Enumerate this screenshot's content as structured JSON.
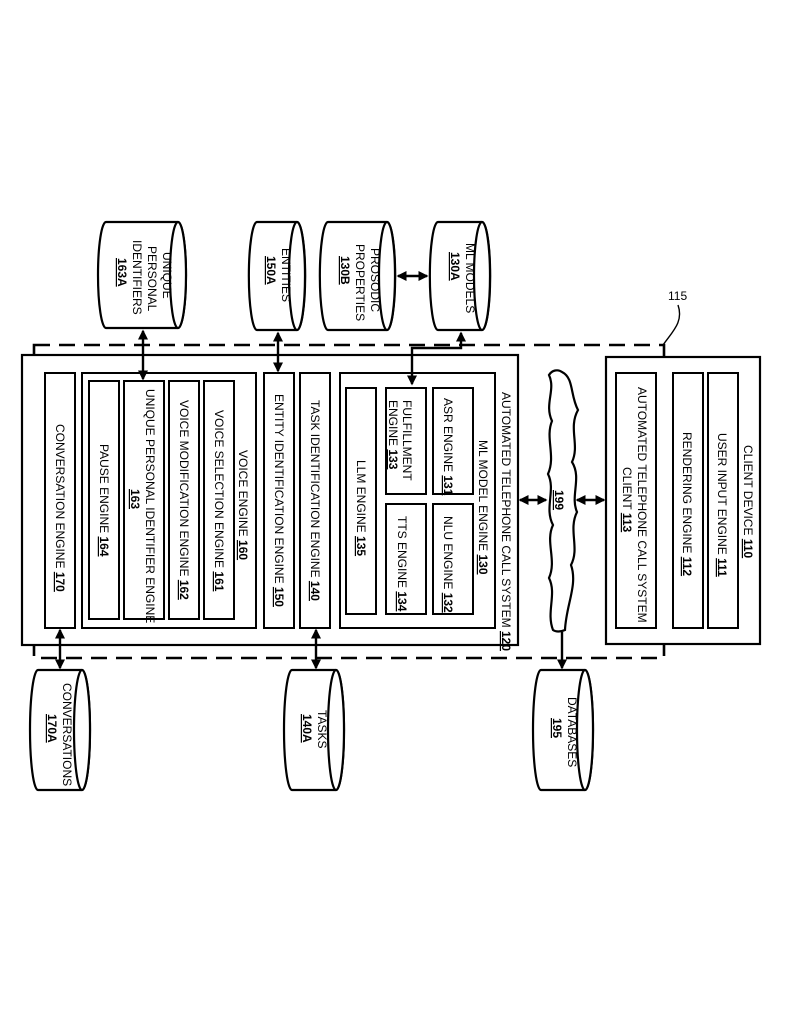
{
  "labels": {
    "system_ref": "115",
    "network_ref": "199",
    "client_device": "CLIENT DEVICE",
    "client_device_num": "110",
    "user_input_engine": "USER INPUT ENGINE",
    "user_input_engine_num": "111",
    "rendering_engine": "RENDERING ENGINE",
    "rendering_engine_num": "112",
    "call_client_line1": "AUTOMATED TELEPHONE CALL SYSTEM",
    "call_client_line2": "CLIENT",
    "call_client_num": "113",
    "call_system": "AUTOMATED TELEPHONE CALL SYSTEM",
    "call_system_num": "120",
    "ml_model_engine": "ML MODEL ENGINE",
    "ml_model_engine_num": "130",
    "asr_engine": "ASR ENGINE",
    "asr_engine_num": "131",
    "nlu_engine": "NLU ENGINE",
    "nlu_engine_num": "132",
    "fulfillment_line1": "FULFILLMENT",
    "fulfillment_line2": "ENGINE",
    "fulfillment_num": "133",
    "tts_engine": "TTS ENGINE",
    "tts_engine_num": "134",
    "llm_engine": "LLM ENGINE",
    "llm_engine_num": "135",
    "task_id_engine": "TASK IDENTIFICATION ENGINE",
    "task_id_engine_num": "140",
    "entity_id_engine": "ENTITY IDENTIFICATION ENGINE",
    "entity_id_engine_num": "150",
    "voice_engine": "VOICE ENGINE",
    "voice_engine_num": "160",
    "voice_selection": "VOICE SELECTION ENGINE",
    "voice_selection_num": "161",
    "voice_modification": "VOICE MODIFICATION ENGINE",
    "voice_modification_num": "162",
    "upi_engine": "UNIQUE PERSONAL IDENTIFIER ENGINE",
    "upi_engine_num": "163",
    "pause_engine": "PAUSE ENGINE",
    "pause_engine_num": "164",
    "conversation_engine": "CONVERSATION ENGINE",
    "conversation_engine_num": "170",
    "db_ml_models": "ML MODELS",
    "db_ml_models_num": "130A",
    "db_prosodic_line1": "PROSODIC",
    "db_prosodic_line2": "PROPERTIES",
    "db_prosodic_num": "130B",
    "db_entities": "ENTITIES",
    "db_entities_num": "150A",
    "db_upi_line1": "UNIQUE",
    "db_upi_line2": "PERSONAL",
    "db_upi_line3": "IDENTIFIERS",
    "db_upi_num": "163A",
    "db_databases": "DATABASES",
    "db_databases_num": "195",
    "db_tasks": "TASKS",
    "db_tasks_num": "140A",
    "db_conversations": "CONVERSATIONS",
    "db_conversations_num": "170A"
  }
}
